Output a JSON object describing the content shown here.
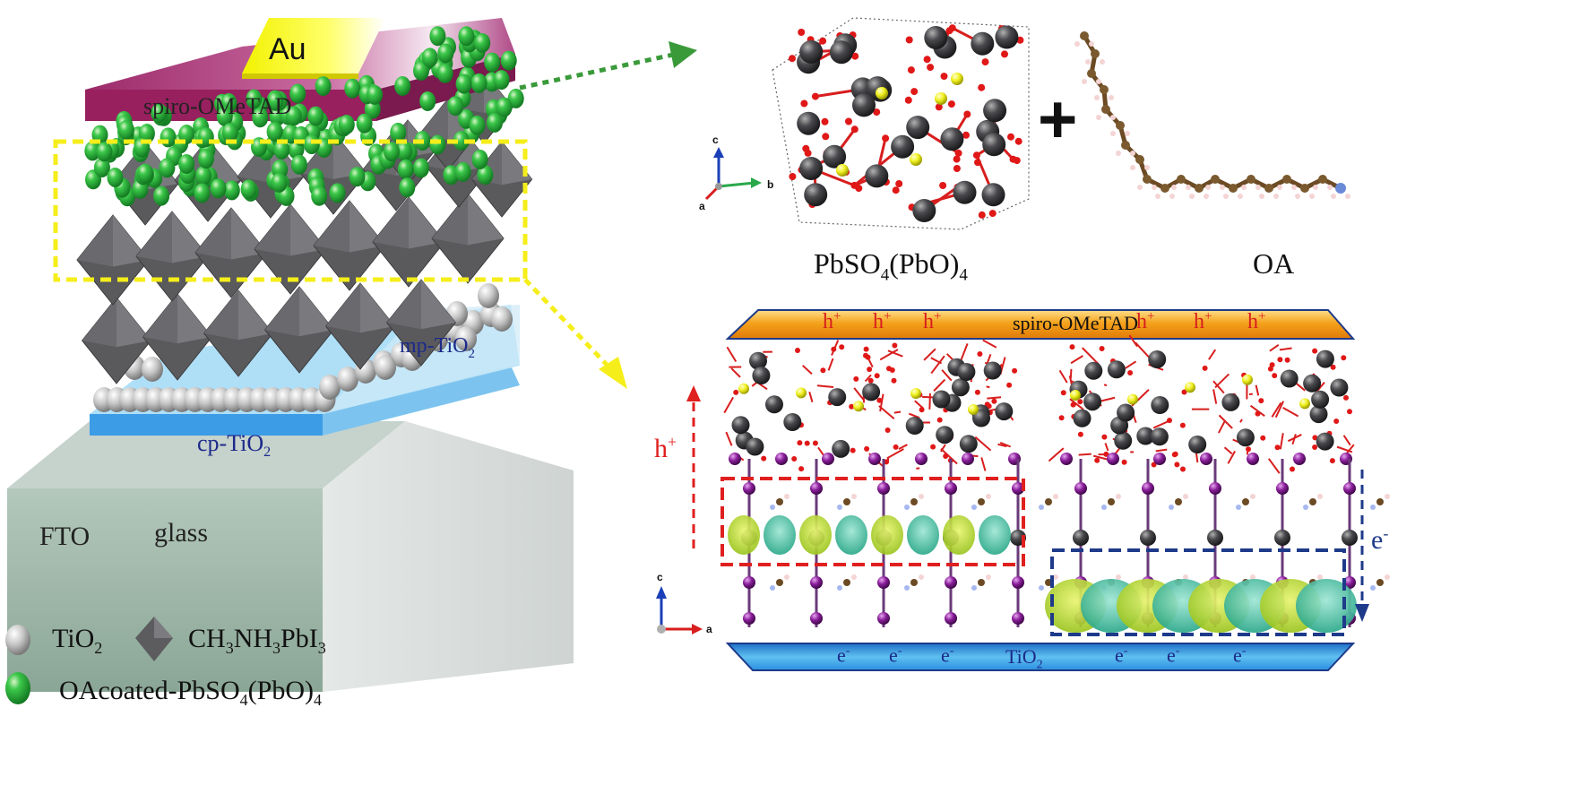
{
  "device": {
    "au": "Au",
    "spiro": "spiro-OMeTAD",
    "mp_base": "mp-TiO",
    "mp_sub": "2",
    "cp_base": "cp-TiO",
    "cp_sub": "2",
    "fto": "FTO",
    "glass": "glass"
  },
  "legend": {
    "tio2_base": "TiO",
    "tio2_sub": "2",
    "perov_a": "CH",
    "perov_s1": "3",
    "perov_b": "NH",
    "perov_s2": "3",
    "perov_c": "PbI",
    "perov_s3": "3",
    "oa_a": "OAcoated-PbSO",
    "oa_s1": "4",
    "oa_b": "(PbO)",
    "oa_s2": "4"
  },
  "molecules": {
    "pbso_a": "PbSO",
    "pbso_s1": "4",
    "pbso_b": "(PbO)",
    "pbso_s2": "4",
    "plus": "+",
    "oa": "OA",
    "axes1": {
      "c": "c",
      "b": "b",
      "a": "a"
    }
  },
  "interface": {
    "top_band": "spiro-OMeTAD",
    "bottom_band": "TiO",
    "bottom_sub": "2",
    "hole": "h",
    "hole_sup": "+",
    "electron": "e",
    "electron_sup": "-",
    "axes2": {
      "c": "c",
      "a": "a"
    }
  },
  "colors": {
    "au": "#ffff3c",
    "spiro": "#98205f",
    "perovskite": "#5c5c5e",
    "pbso_sphere": "#2fae3a",
    "mp_tio2": "#7fc8f2",
    "cp_tio2": "#3f9ee8",
    "fto_glass": "#a8bdb0",
    "highlight": "#f5ee1a",
    "arrow_green": "#3a9a3a",
    "hole_red": "#e01f1f",
    "electron_blue": "#1e3a8a",
    "band_orange": "#f0941a",
    "band_blue": "#2a8fd8"
  }
}
